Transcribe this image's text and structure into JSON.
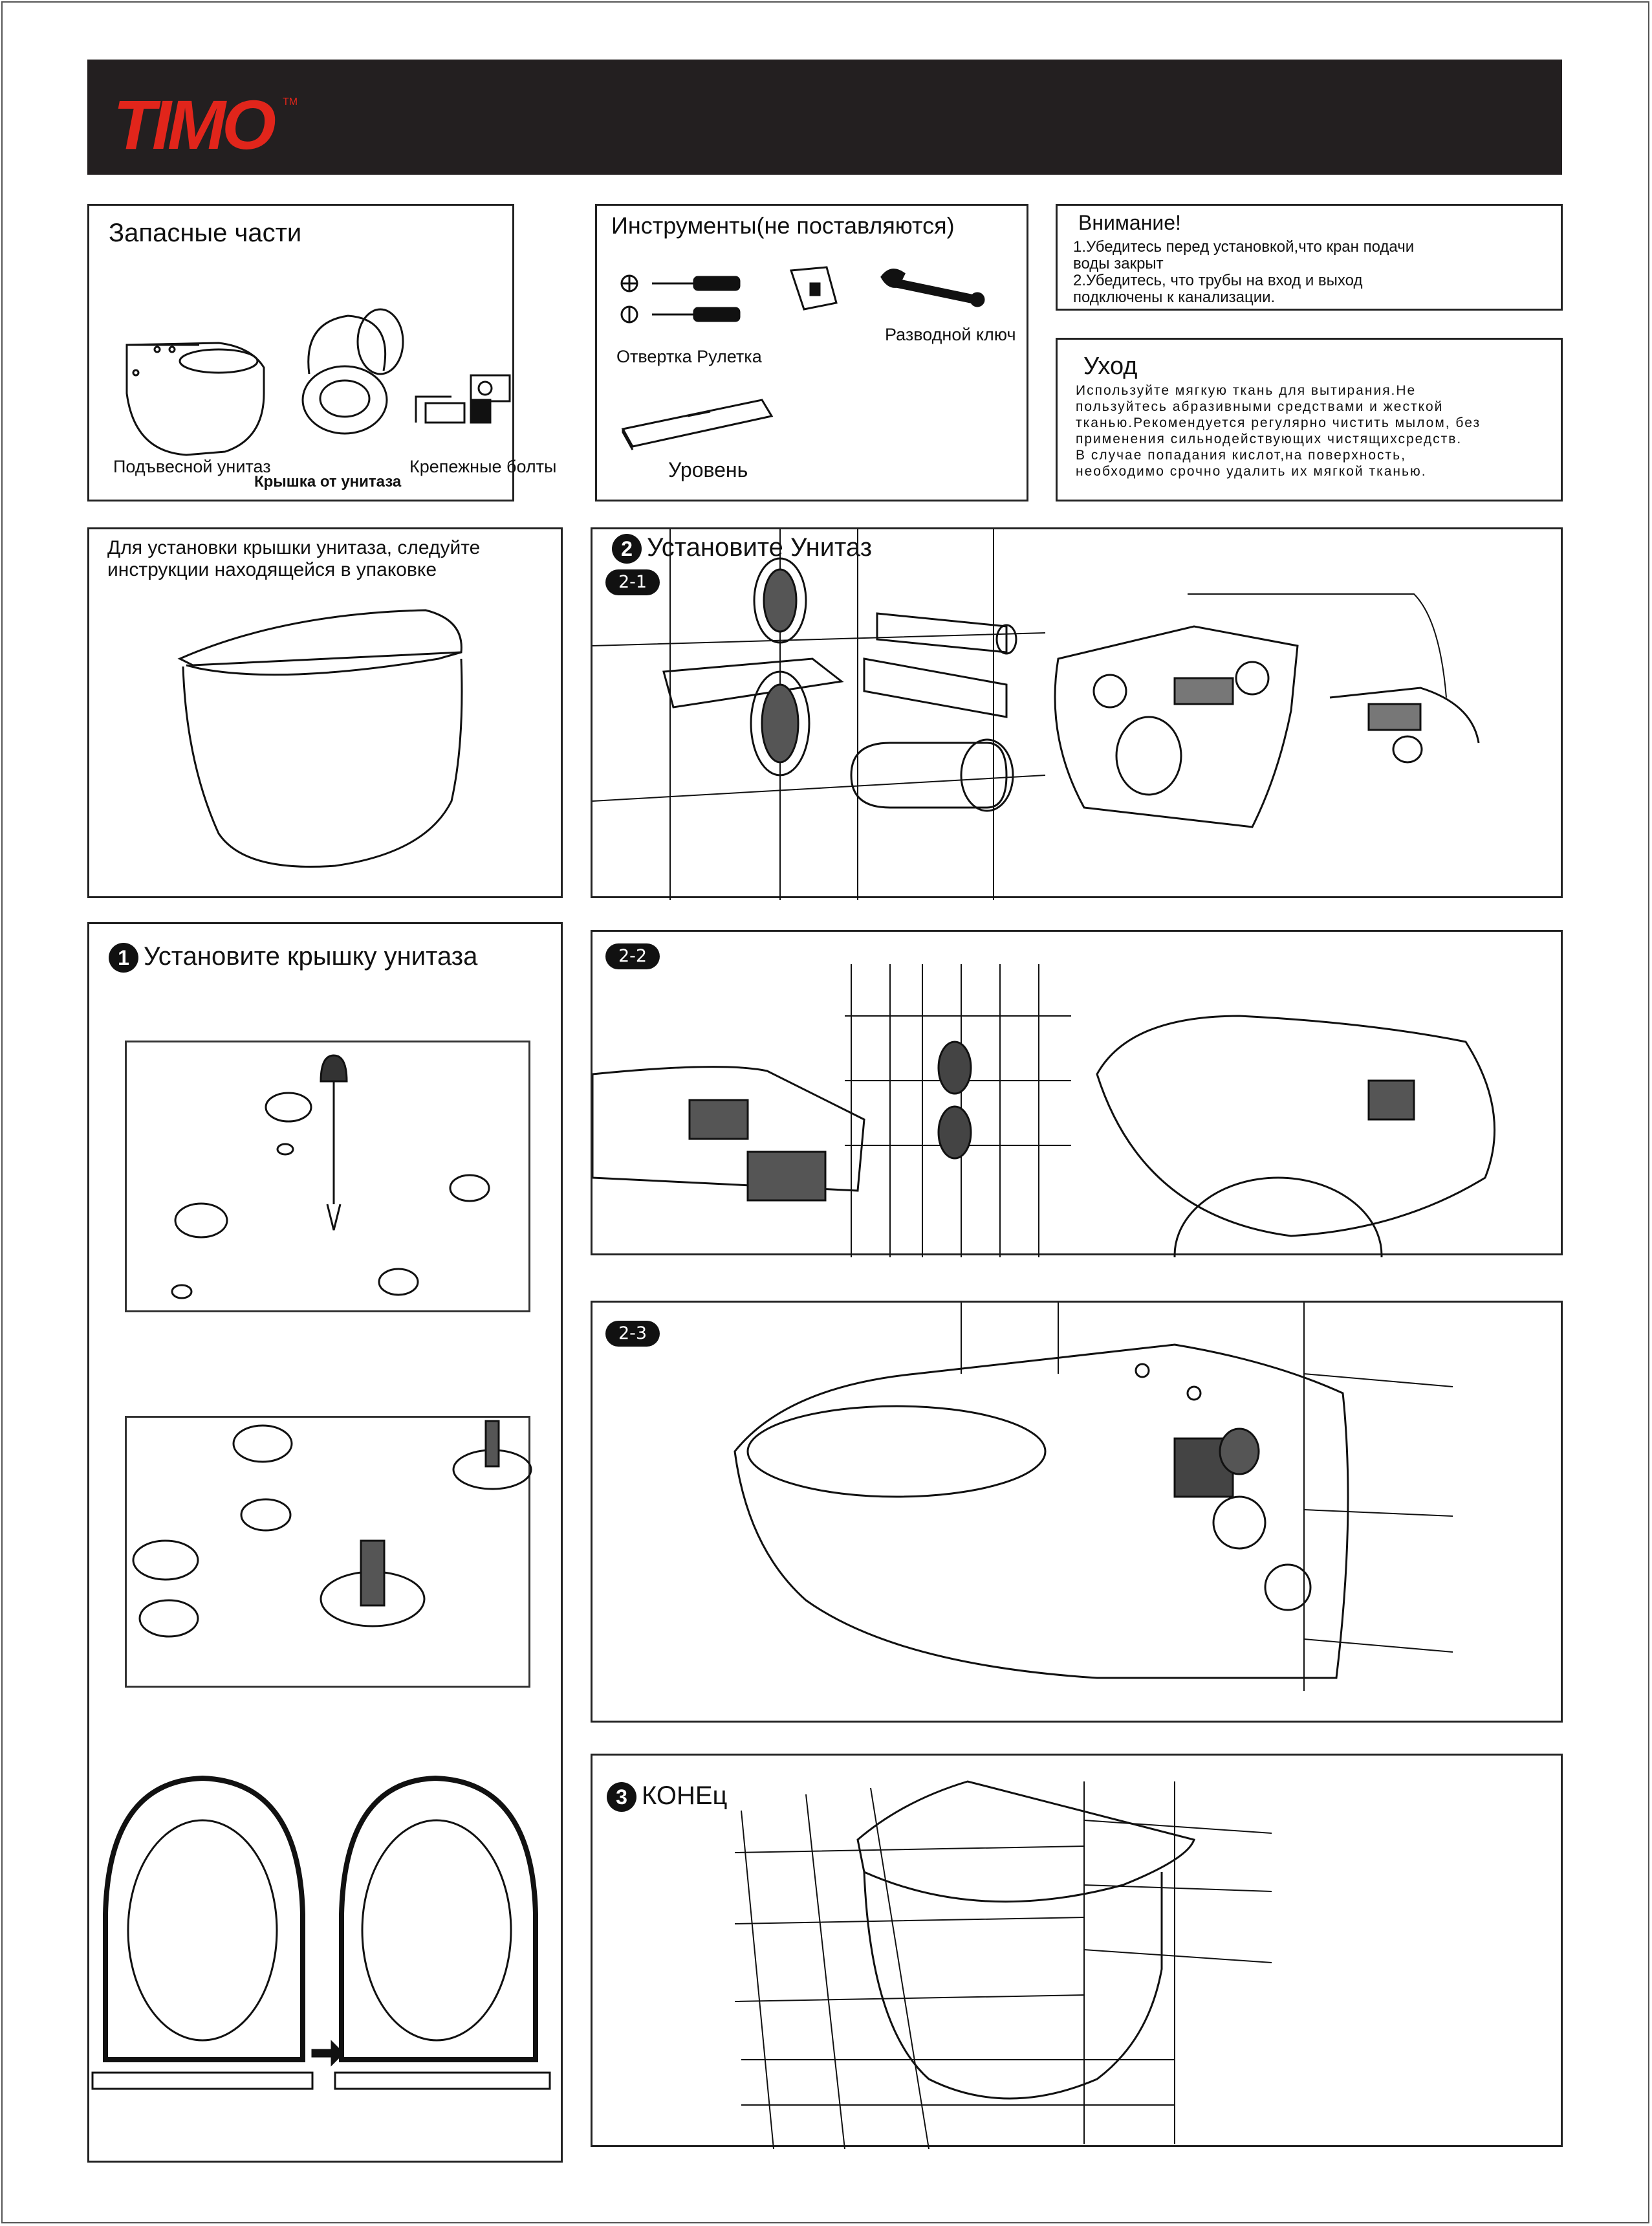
{
  "brand": {
    "logo_text": "TIMO",
    "tm": "TM"
  },
  "spare_parts": {
    "title": "Запасные части",
    "items": [
      {
        "label": "Подъвесной унитаз"
      },
      {
        "label": "Крышка от унитаза"
      },
      {
        "label": "Крепежные болты"
      }
    ]
  },
  "tools": {
    "title": "Инструменты(не поставляются)",
    "items": [
      {
        "label": "Отвертка Рулетка"
      },
      {
        "label": "Разводной ключ"
      },
      {
        "label": "Уровень"
      }
    ]
  },
  "attention": {
    "title": "Внимание!",
    "lines": [
      "1.Убедитесь перед установкой,что кран подачи",
      "воды закрыт",
      "2.Убедитесь, что трубы на вход и выход",
      "подключены к канализации."
    ]
  },
  "care": {
    "title": "Уход",
    "lines": [
      "Используйте мягкую ткань для вытирания.Не",
      "пользуйтесь абразивными средствами и жесткой",
      "тканью.Рекомендуется регулярно чистить мылом, без",
      "применения сильнодействующих чистящихсредств.",
      "В случае попадания кислот,на поверхность,",
      "необходимо срочно удалить их мягкой тканью."
    ]
  },
  "seat_note": {
    "lines": [
      "Для установки крышки унитаза, следуйте",
      "инструкции находящейся в упаковке"
    ]
  },
  "steps": {
    "step1": {
      "number": "1",
      "title": "Установите крышку унитаза"
    },
    "step2": {
      "number": "2",
      "title": "Установите Унитаз"
    },
    "step3": {
      "number": "3",
      "title": "КОНЕц"
    },
    "sub": [
      "2-1",
      "2-2",
      "2-3"
    ]
  },
  "colors": {
    "header_bg": "#231f20",
    "logo_red": "#e1251b",
    "ink": "#111111"
  }
}
